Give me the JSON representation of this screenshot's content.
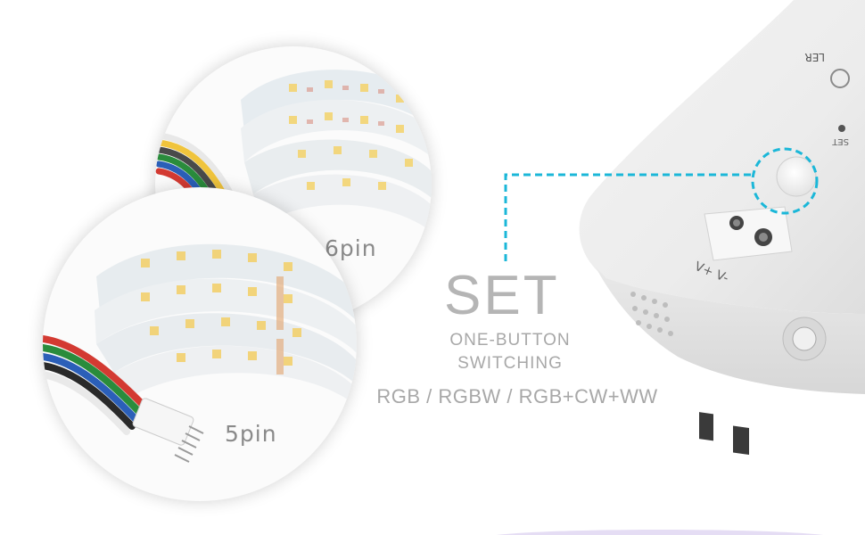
{
  "strip_6pin": {
    "label": "6pin"
  },
  "strip_5pin": {
    "label": "5pin"
  },
  "headline": {
    "title": "SET",
    "line1": "ONE-BUTTON",
    "line2": "SWITCHING",
    "modes": "RGB / RGBW / RGB+CW+WW"
  },
  "controller": {
    "set_label": "SET",
    "terminal_label": "V+ V-"
  },
  "colors": {
    "accent_dashed": "#1bb7d8",
    "text_gray": "#a8a8a8"
  }
}
